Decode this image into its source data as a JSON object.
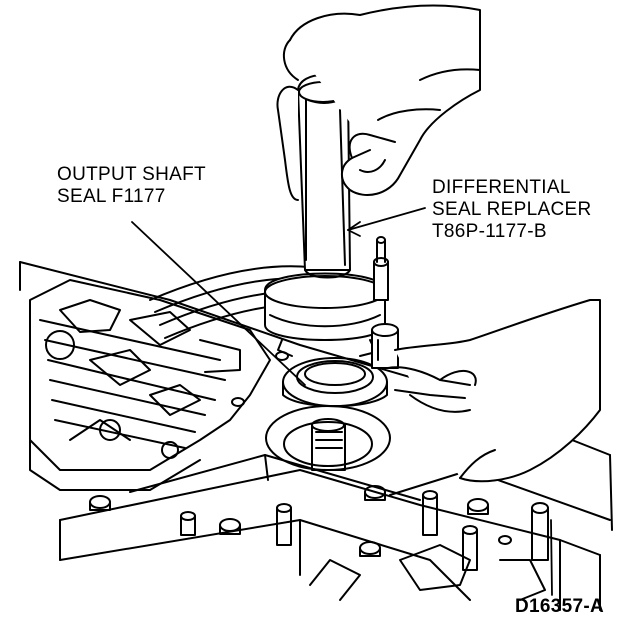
{
  "callouts": {
    "output_seal": {
      "line1": "OUTPUT SHAFT",
      "line2": "SEAL F1177"
    },
    "replacer": {
      "line1": "DIFFERENTIAL",
      "line2": "SEAL REPLACER",
      "line3": "T86P-1177-B"
    }
  },
  "figure_id": "D16357-A"
}
